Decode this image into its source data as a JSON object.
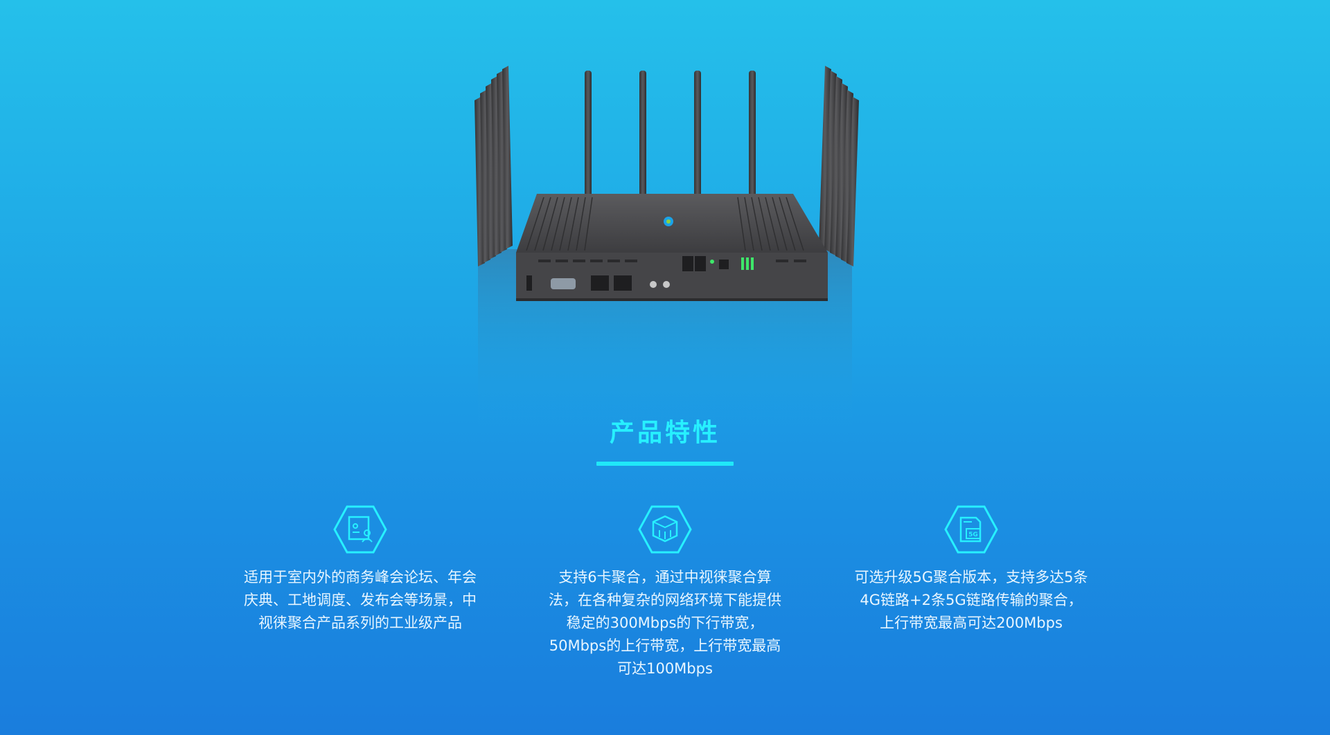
{
  "section": {
    "title": "产品特性"
  },
  "features": [
    {
      "icon": "user-card-icon",
      "text": "适用于室内外的商务峰会论坛、年会庆典、工地调度、发布会等场景，中视徕聚合产品系列的工业级产品"
    },
    {
      "icon": "cube-box-icon",
      "text": "支持6卡聚合，通过中视徕聚合算法，在各种复杂的网络环境下能提供稳定的300Mbps的下行带宽，50Mbps的上行带宽，上行带宽最高可达100Mbps"
    },
    {
      "icon": "sim-5g-icon",
      "text": "可选升级5G聚合版本，支持多达5条4G链路+2条5G链路传输的聚合，上行带宽最高可达200Mbps"
    }
  ],
  "colors": {
    "accent": "#27f0ff",
    "text": "#e8f6ff",
    "device": "#4a4a4c"
  }
}
